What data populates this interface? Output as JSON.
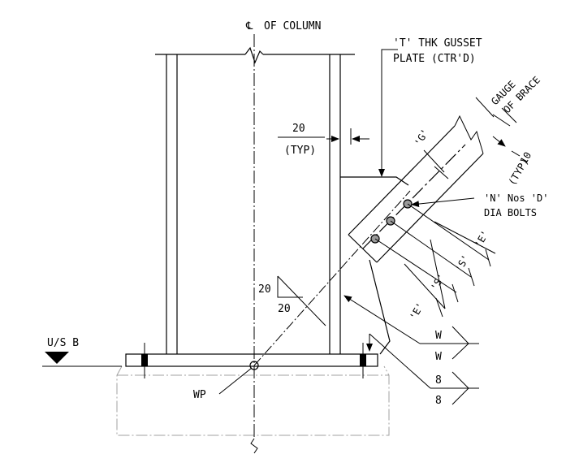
{
  "labels": {
    "cl_symbol": "℄",
    "of_column": "OF COLUMN",
    "gusset_line1": "'T' THK GUSSET",
    "gusset_line2": "PLATE (CTR'D)",
    "gauge_line1": "GAUGE",
    "gauge_line2": "OF BRACE",
    "dim_20": "20",
    "typ": "(TYP)",
    "dim_10": "10",
    "typ2": "(TYP)",
    "g_label": "'G'",
    "bolts_line1": "'N' Nos 'D'",
    "bolts_line2": "DIA BOLTS",
    "e_label_top": "'E'",
    "s_label_1": "'S'",
    "s_label_2": "'S'",
    "e_label_bottom": "'E'",
    "slope_rise": "20",
    "slope_run": "20",
    "us_b": "U/S B",
    "wp": "WP",
    "weld_w_top": "W",
    "weld_w_bottom": "W",
    "weld_8_top": "8",
    "weld_8_bottom": "8"
  }
}
